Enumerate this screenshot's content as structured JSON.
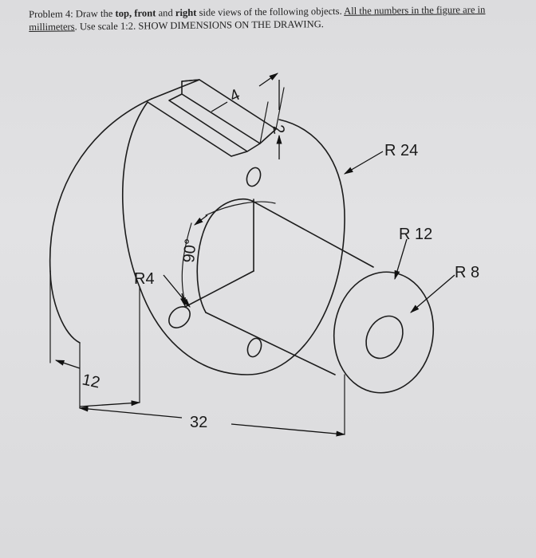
{
  "problem": {
    "label": "Problem 4:",
    "p1": " Draw the ",
    "top": "top,",
    "p2": " ",
    "front": "front",
    "p3": " and ",
    "right": "right",
    "p4": " side views of the following objects. ",
    "u1": "All the numbers in the figure are in millimeters",
    "p5": ". Use scale 1:2. SHOW DIMENSIONS ON THE DRAWING."
  },
  "dimensions": {
    "r24": "R 24",
    "r12": "R 12",
    "r8": "R 8",
    "r4": "R4",
    "angle": "90°",
    "d12": "12",
    "d32": "32",
    "d4": "4",
    "d2": "2"
  }
}
